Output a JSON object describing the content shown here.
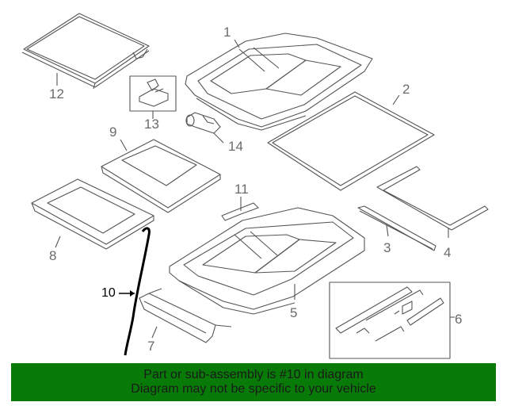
{
  "callouts": {
    "c1": "1",
    "c2": "2",
    "c3": "3",
    "c4": "4",
    "c5": "5",
    "c6": "6",
    "c7": "7",
    "c8": "8",
    "c9": "9",
    "c10": "10",
    "c11": "11",
    "c12": "12",
    "c13": "13",
    "c14": "14"
  },
  "banner": {
    "line1": "Part or sub-assembly is #10 in diagram",
    "line2": "Diagram may not be specific to your vehicle"
  },
  "colors": {
    "banner_bg": "#087a08",
    "line_art": "#555555",
    "highlight": "#000000",
    "label": "#6a6a6a"
  }
}
